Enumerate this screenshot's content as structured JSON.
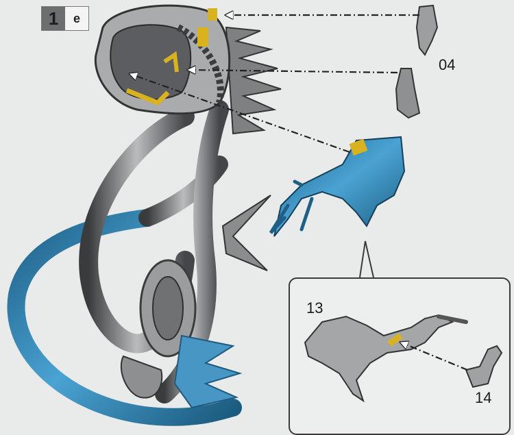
{
  "step": {
    "number": "1",
    "sub": "e"
  },
  "parts": [
    {
      "id": "04",
      "label": "04"
    },
    {
      "id": "13",
      "label": "13"
    },
    {
      "id": "14",
      "label": "14"
    }
  ],
  "colors": {
    "background": "#e9eaea",
    "part_gray": "#8c8e90",
    "part_dark": "#4a4b4d",
    "tail_blue": "#2f7fa8",
    "claw_blue": "#3b8fbd",
    "glue_yellow": "#d9b21f",
    "line": "#222222"
  }
}
